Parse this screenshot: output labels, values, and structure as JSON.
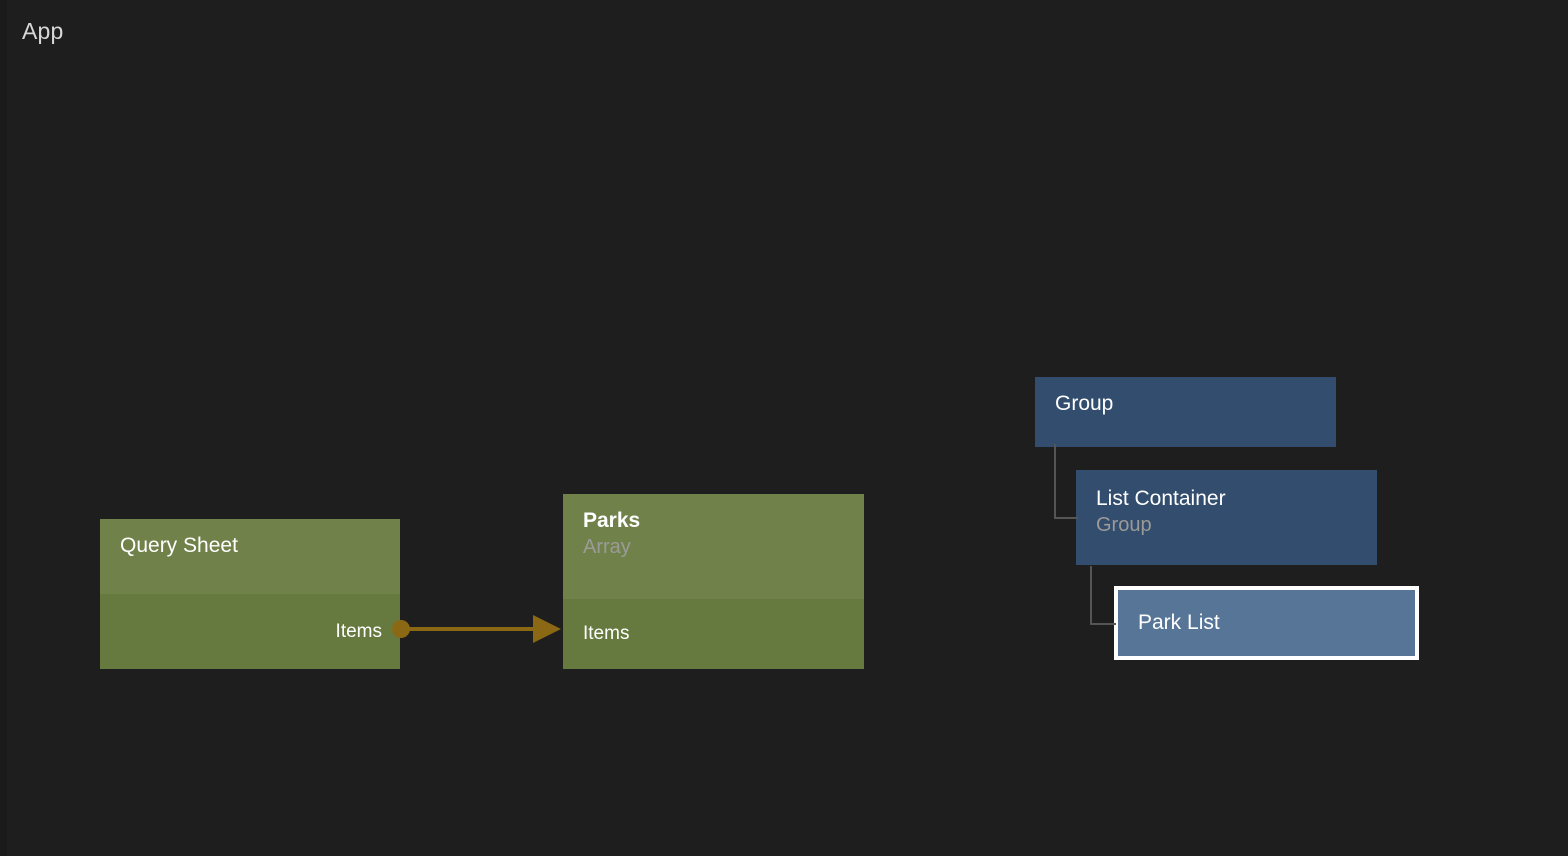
{
  "app": {
    "title": "App",
    "background_color": "#1e1e1e"
  },
  "colors": {
    "canvas": "#1e1e1e",
    "green_header": "#70824a",
    "green_body": "#66793f",
    "blue_node": "#324d6d",
    "blue_selected": "#577596",
    "selection_border": "#ffffff",
    "wire": "#8b6914",
    "tree_line": "#555555",
    "title_text": "#ffffff",
    "subtitle_text": "#9b9b97"
  },
  "nodes": [
    {
      "id": "query-sheet",
      "title": "Query Sheet",
      "subtitle": "",
      "kind": "green",
      "ports": [
        {
          "label": "Items",
          "side": "out"
        }
      ]
    },
    {
      "id": "parks",
      "title": "Parks",
      "subtitle": "Array",
      "kind": "green",
      "ports": [
        {
          "label": "Items",
          "side": "in"
        }
      ]
    },
    {
      "id": "group",
      "title": "Group",
      "subtitle": "",
      "kind": "blue",
      "selected": false
    },
    {
      "id": "list-container",
      "title": "List Container",
      "subtitle": "Group",
      "kind": "blue",
      "selected": false
    },
    {
      "id": "park-list",
      "title": "Park List",
      "subtitle": "",
      "kind": "blue",
      "selected": true
    }
  ],
  "connections": [
    {
      "id": "items-to-items",
      "from_node": "query-sheet",
      "from_port": "Items",
      "to_node": "parks",
      "to_port": "Items",
      "color": "#8b6914"
    }
  ],
  "tree_links": [
    {
      "id": "group-to-list-container",
      "parent": "group",
      "child": "list-container"
    },
    {
      "id": "list-container-to-park-list",
      "parent": "list-container",
      "child": "park-list"
    }
  ]
}
